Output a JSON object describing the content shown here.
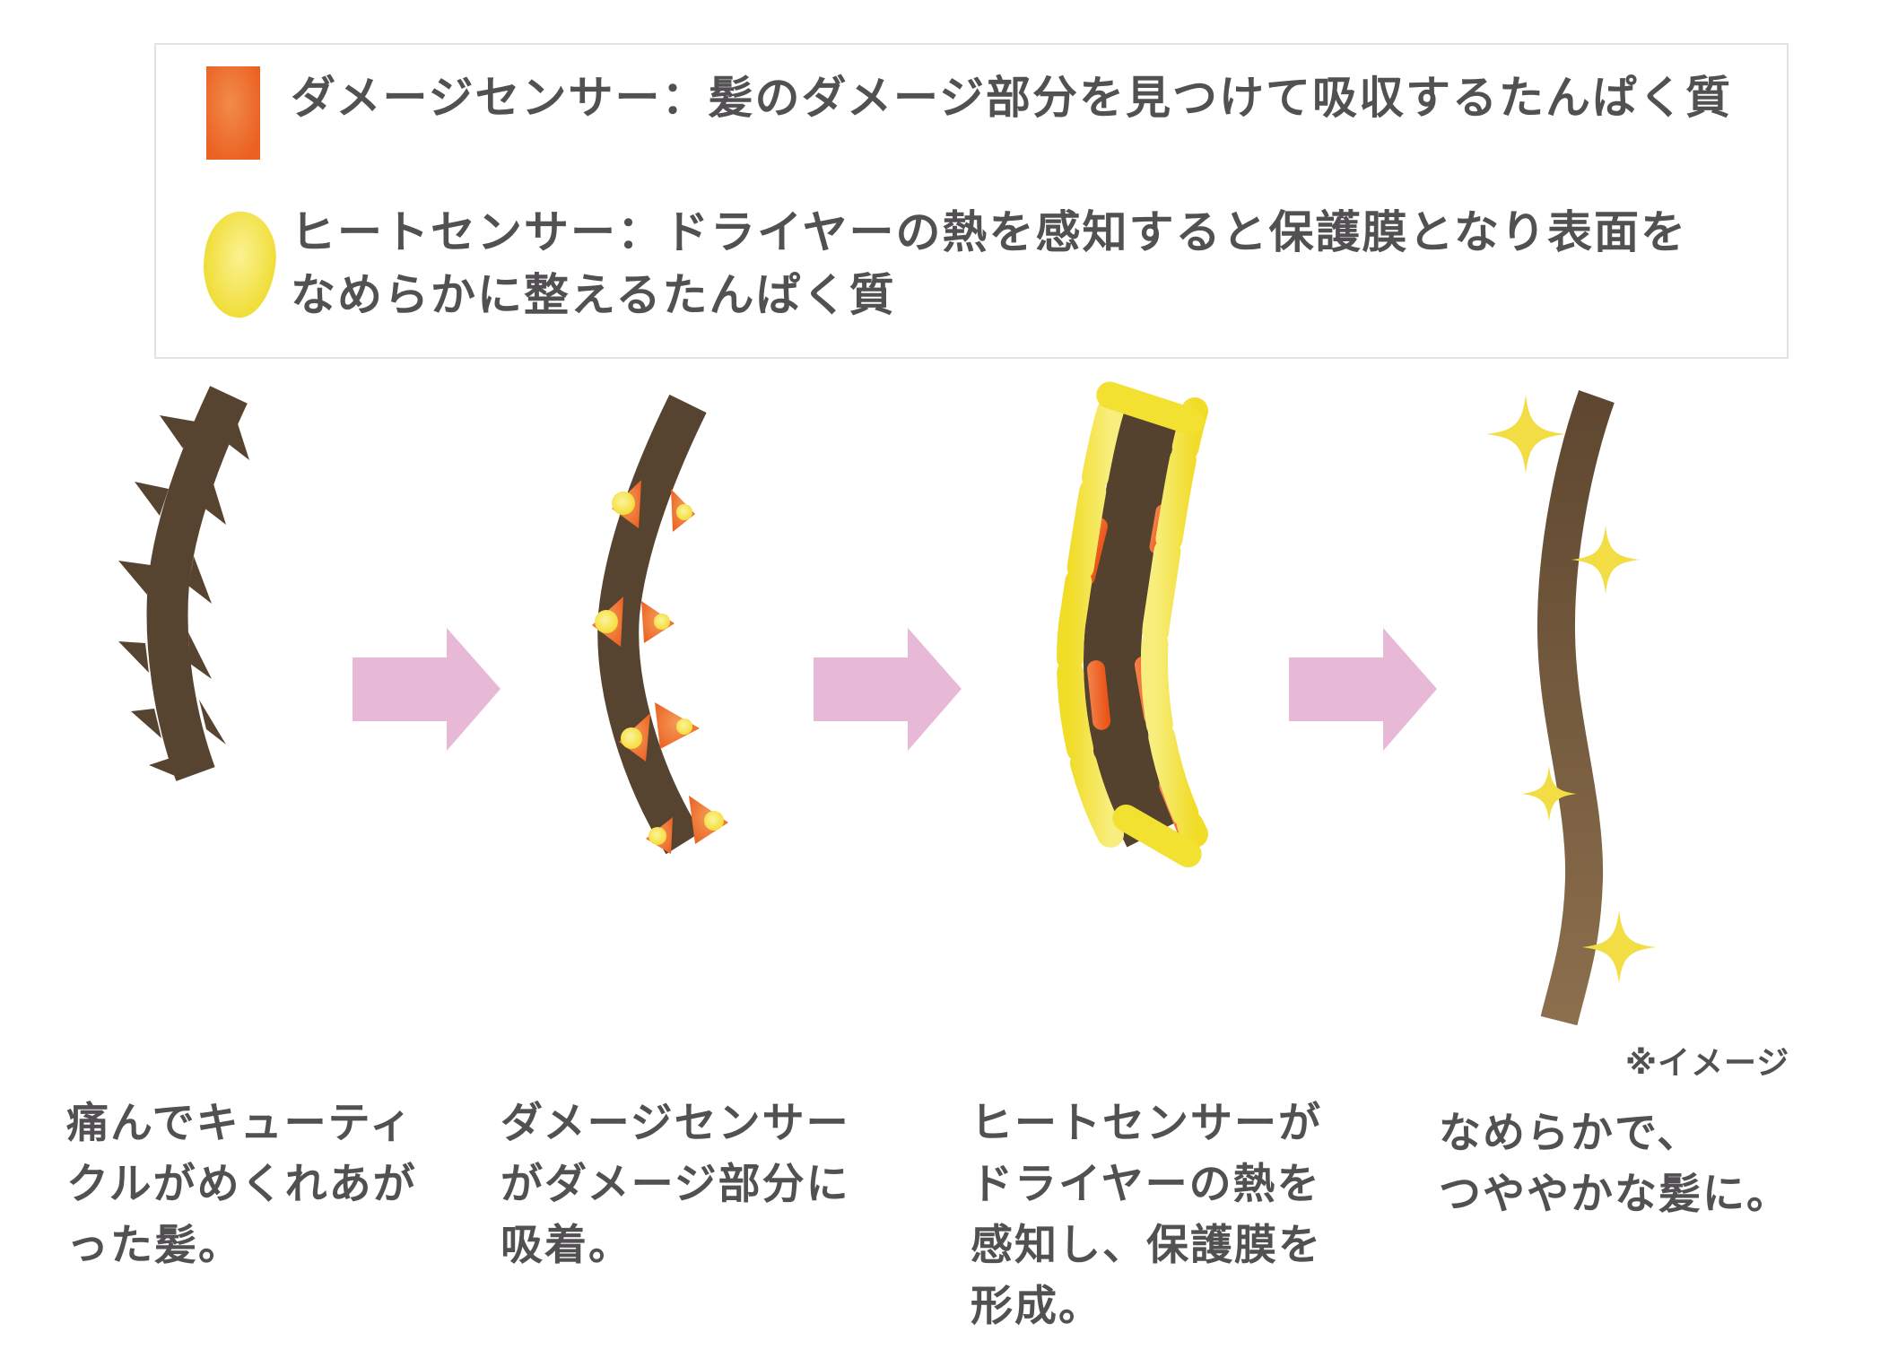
{
  "legend": {
    "items": [
      {
        "icon": "damage-sensor-swatch",
        "label": "ダメージセンサー：髪のダメージ部分を見つけて吸収するたんぱく質"
      },
      {
        "icon": "heat-sensor-swatch",
        "label": "ヒートセンサー：ドライヤーの熱を感知すると保護膜となり表面を\nなめらかに整えるたんぱく質"
      }
    ]
  },
  "steps": [
    {
      "illustration": "damaged-hair",
      "caption": "痛んでキューティ\nクルがめくれあが\nった髪。"
    },
    {
      "illustration": "damage-sensor-attached",
      "caption": "ダメージセンサー\nがダメージ部分に\n吸着。"
    },
    {
      "illustration": "heat-sensor-protective-film",
      "caption": "ヒートセンサーが\nドライヤーの熱を\n感知し、保護膜を\n形成。"
    },
    {
      "illustration": "smooth-glossy-hair",
      "caption": "なめらかで、\nつややかな髪に。"
    }
  ],
  "note": "※イメージ",
  "colors": {
    "hair_brown": "#574430",
    "hair_brown_light": "#8c6f4d",
    "damage_sensor_orange": "#eb6122",
    "heat_sensor_yellow": "#f2de35",
    "protective_film_yellow": "#f1dc28",
    "sparkle_yellow": "#f2dd44",
    "arrow_pink": "#e7b9d7",
    "text_gray": "#525052",
    "legend_border": "#e2e2e2"
  }
}
